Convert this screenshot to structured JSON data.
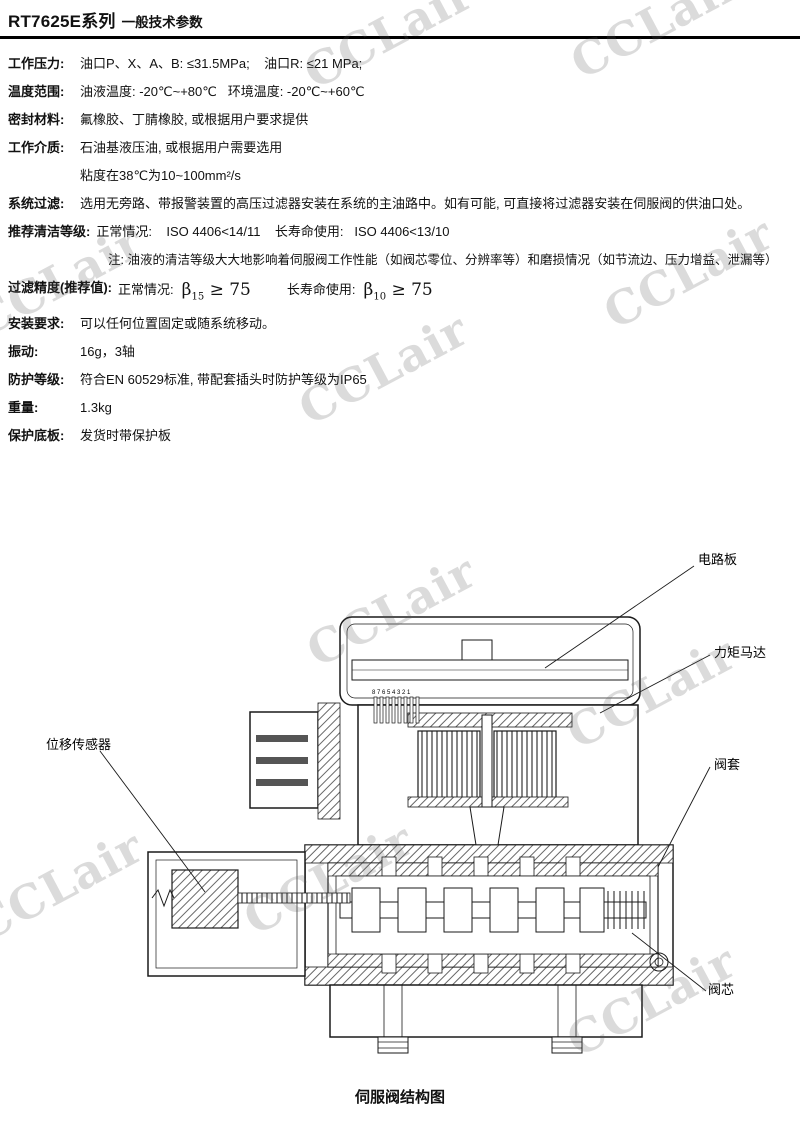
{
  "header": {
    "title": "RT7625E系列",
    "subtitle": "一般技术参数"
  },
  "specs": [
    {
      "label": "工作压力:",
      "value": "油口P、X、A、B: ≤31.5MPa;    油口R: ≤21 MPa;"
    },
    {
      "label": "温度范围:",
      "value": "油液温度: -20℃~+80℃   环境温度: -20℃~+60℃"
    },
    {
      "label": "密封材料:",
      "value": "氟橡胶、丁腈橡胶, 或根据用户要求提供"
    },
    {
      "label": "工作介质:",
      "value": "石油基液压油, 或根据用户需要选用",
      "value2": "粘度在38℃为10~100mm²/s"
    },
    {
      "label": "系统过滤:",
      "value": "选用无旁路、带报警装置的高压过滤器安装在系统的主油路中。如有可能, 可直接将过滤器安装在伺服阀的供油口处。"
    },
    {
      "label": "推荐清洁等级:",
      "value": "正常情况:    ISO 4406<14/11    长寿命使用:   ISO 4406<13/10",
      "note": "注: 油液的清洁等级大大地影响着伺服阀工作性能（如阀芯零位、分辨率等）和磨损情况（如节流边、压力增益、泄漏等）"
    }
  ],
  "filter_precision": {
    "label": "过滤精度(推荐值):",
    "normal_label": "正常情况:",
    "normal_beta": "β",
    "normal_sub": "15",
    "normal_val": "≥ 75",
    "long_label": "长寿命使用:",
    "long_beta": "β",
    "long_sub": "10",
    "long_val": "≥ 75"
  },
  "specs2": [
    {
      "label": "安装要求:",
      "value": "可以任何位置固定或随系统移动。"
    },
    {
      "label": "振动:",
      "value": "16g，3轴"
    },
    {
      "label": "防护等级:",
      "value": "符合EN 60529标准, 带配套插头时防护等级为IP65"
    },
    {
      "label": "重量:",
      "value": "1.3kg"
    },
    {
      "label": "保护底板:",
      "value": "发货时带保护板"
    }
  ],
  "diagram": {
    "caption": "伺服阀结构图",
    "pin_numbers": "8 7 6 5 4 3 2 1",
    "labels": {
      "circuit_board": "电路板",
      "torque_motor": "力矩马达",
      "valve_sleeve": "阀套",
      "displacement_sensor": "位移传感器",
      "valve_spool": "阀芯"
    }
  },
  "watermark": {
    "text": "CCLair"
  }
}
